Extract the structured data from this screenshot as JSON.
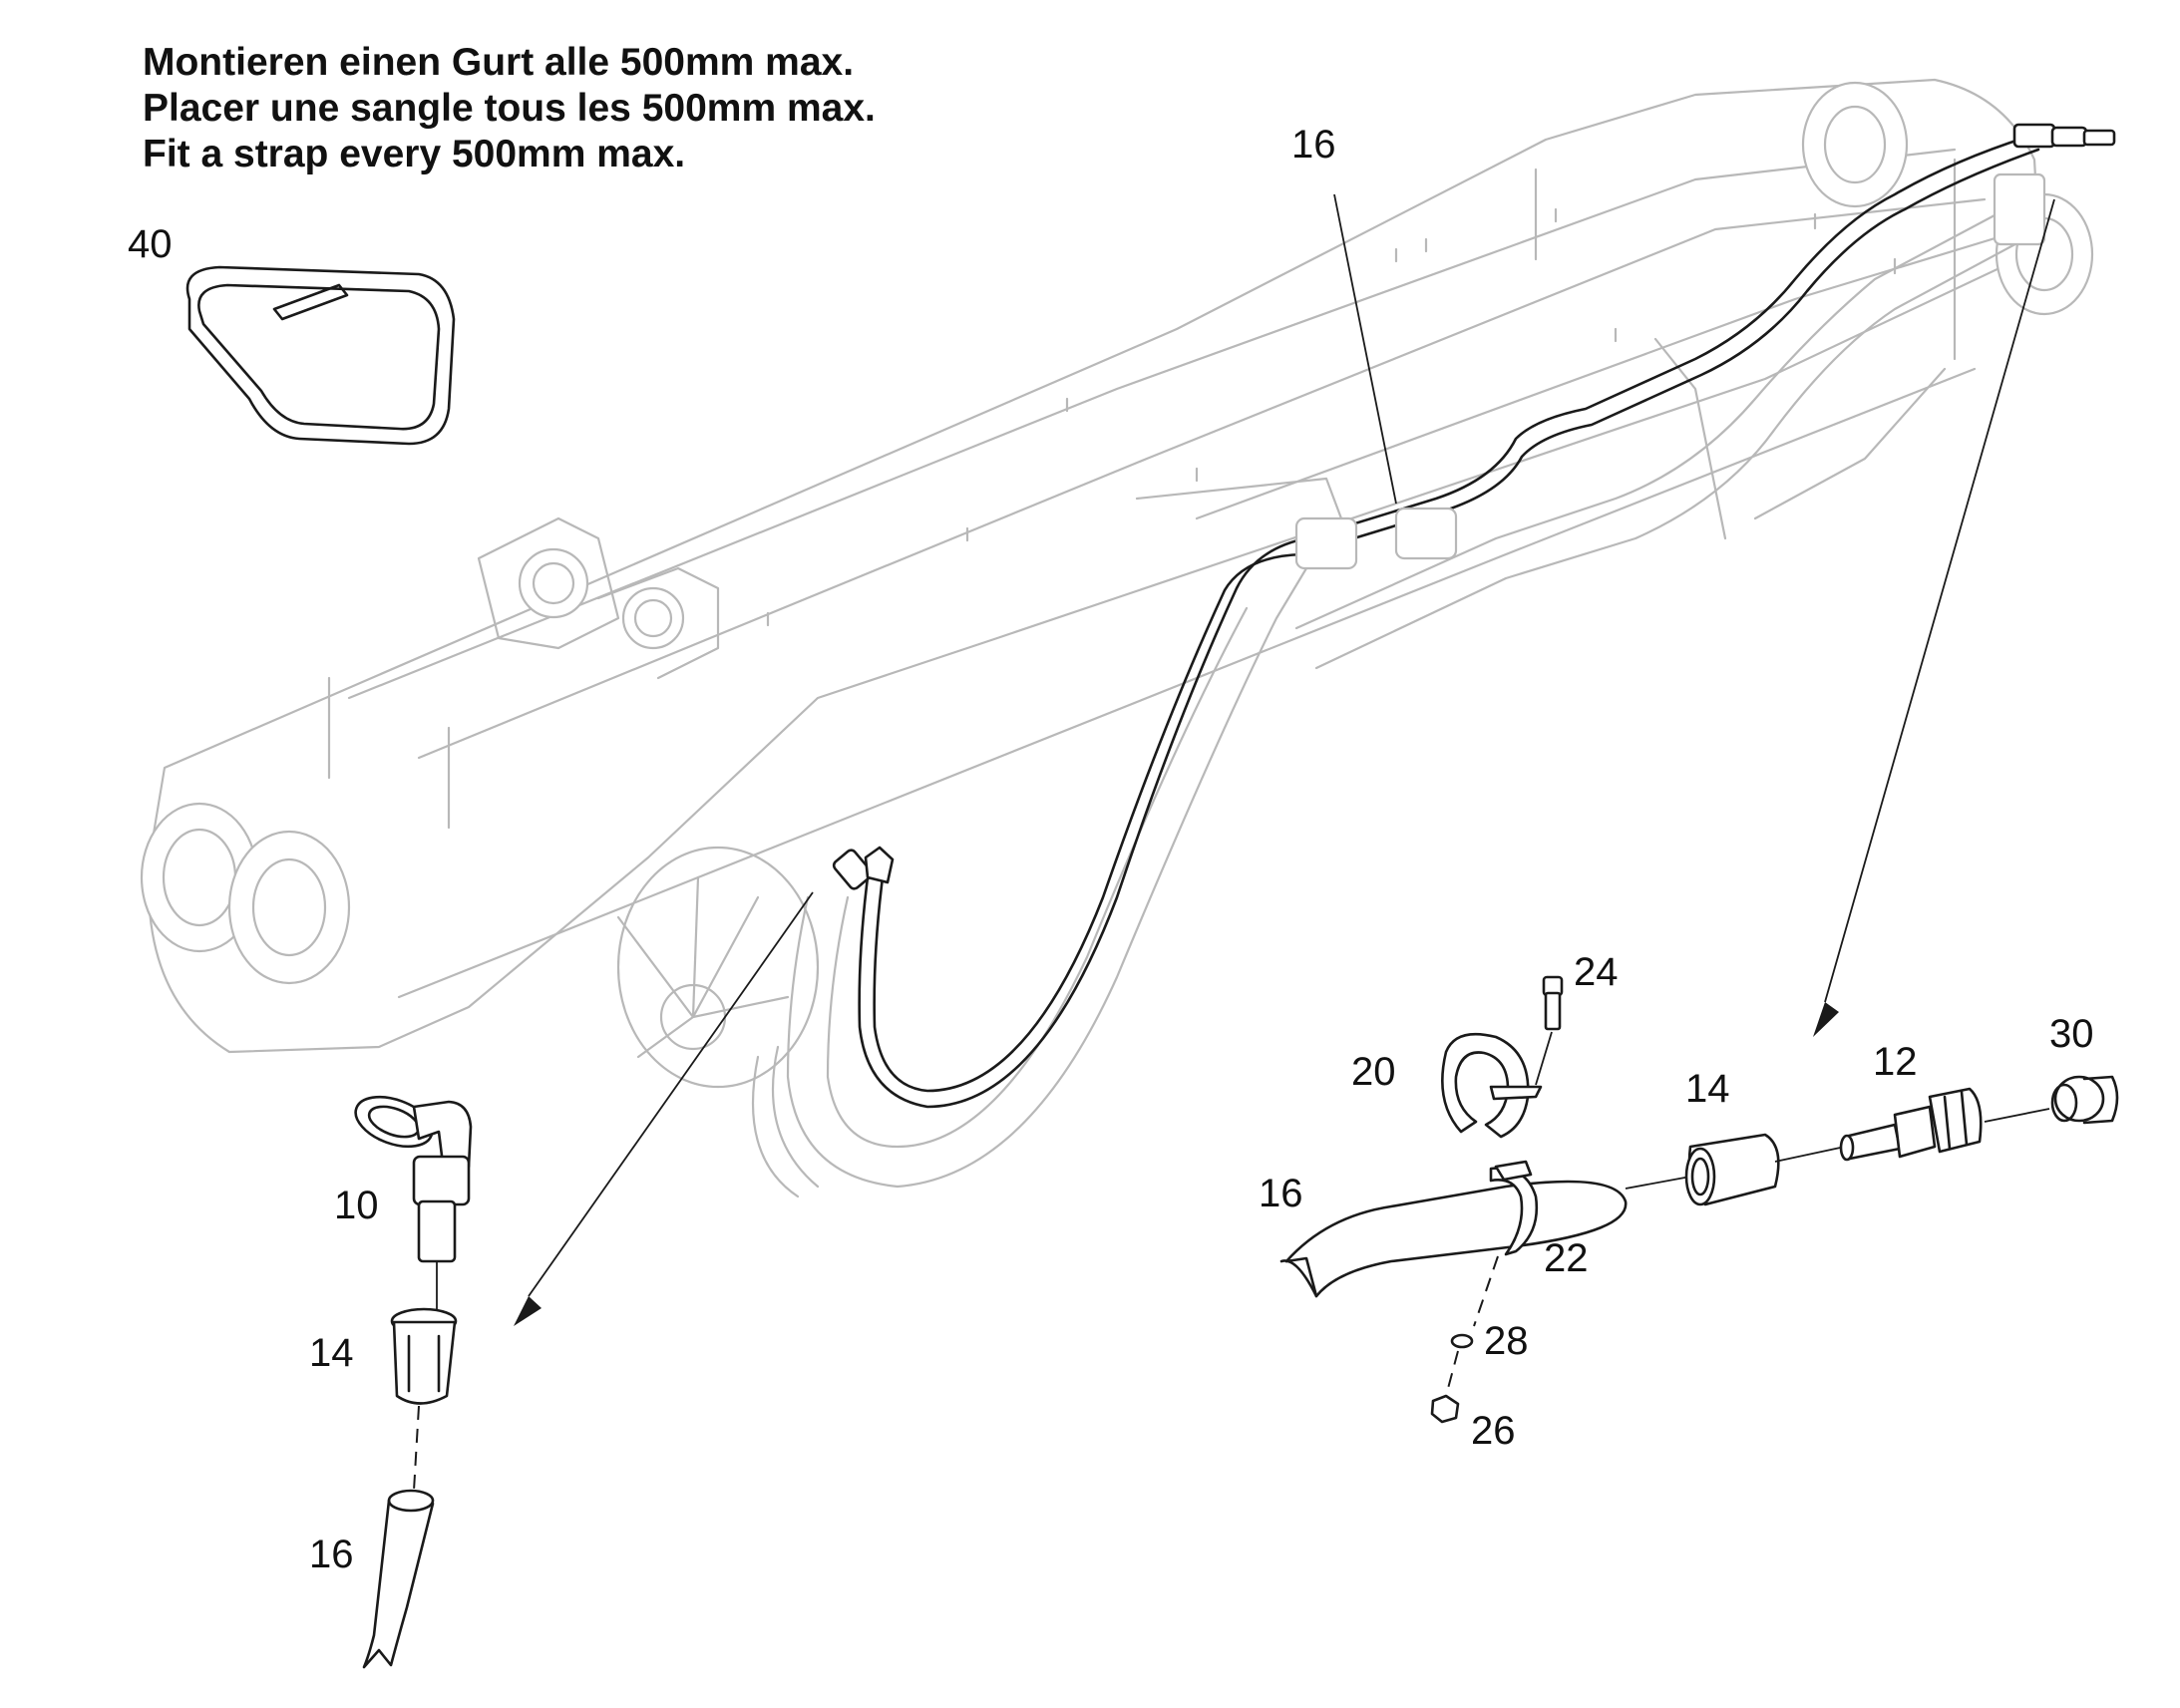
{
  "instructions": [
    "Montieren einen Gurt alle 500mm max.",
    "Placer une sangle tous les 500mm max.",
    "Fit a strap every 500mm max."
  ],
  "callouts": {
    "strap": "40",
    "hose_main": "16",
    "elbow_fitting": "10",
    "socket_left": "14",
    "hose_left": "16",
    "screw": "24",
    "clamp_top": "20",
    "socket_right": "14",
    "adapter": "12",
    "plug": "30",
    "hose_right": "16",
    "clamp_bottom": "22",
    "washer": "28",
    "nut": "26"
  }
}
